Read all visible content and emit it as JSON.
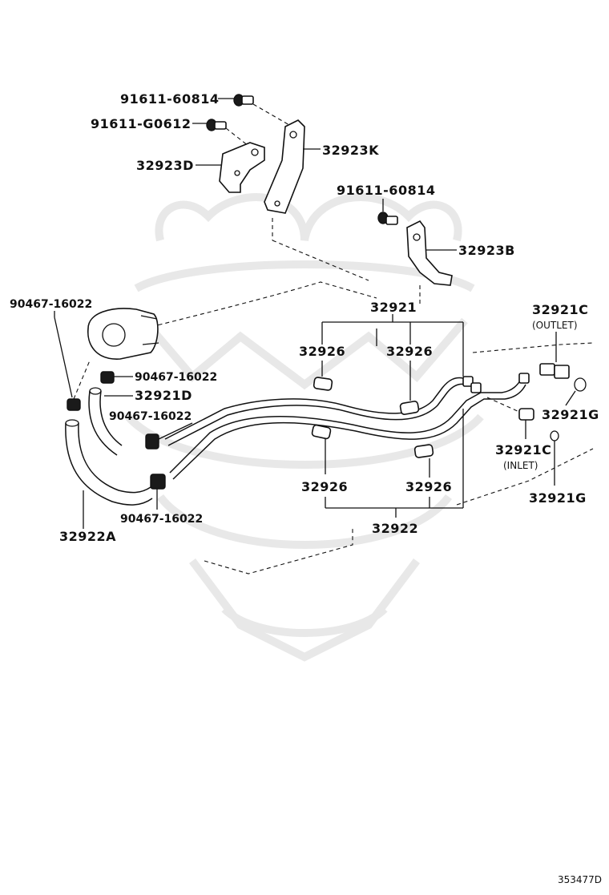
{
  "diagram": {
    "figure_number": "353477D",
    "labels": {
      "bolt_top": "91611-60814",
      "bolt_mid": "91611-G0612",
      "bracket_k": "32923K",
      "bracket_d": "32923D",
      "bolt_right": "91611-60814",
      "bracket_b": "32923B",
      "clip_upper_left": "90467-16022",
      "tube_assy": "32921",
      "outlet_union": "32921C",
      "outlet_note": "(OUTLET)",
      "grommet_a1": "32926",
      "grommet_a2": "32926",
      "clip_mid": "90467-16022",
      "hose_d": "32921D",
      "clip_lower_mid": "90467-16022",
      "gasket_g1": "32921G",
      "inlet_union": "32921C",
      "inlet_note": "(INLET)",
      "grommet_b1": "32926",
      "grommet_b2": "32926",
      "gasket_g2": "32921G",
      "clip_bottom": "90467-16022",
      "hose_a": "32922A",
      "tube_assy_2": "32922"
    }
  }
}
